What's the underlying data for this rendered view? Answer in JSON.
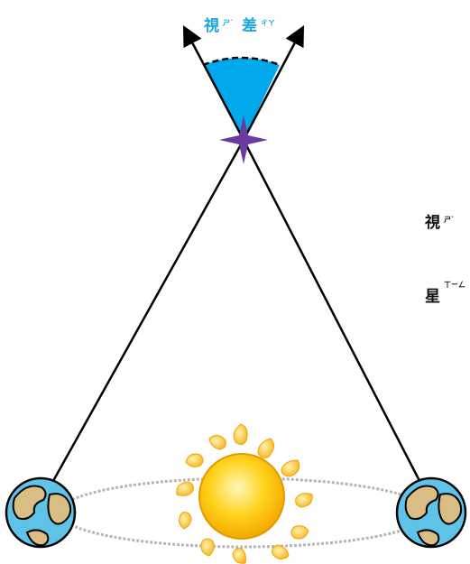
{
  "diagram": {
    "angle_label": {
      "chars": [
        {
          "base": "視",
          "ruby": "ㄕˋ"
        },
        {
          "base": "差",
          "ruby": "ㄔㄚ"
        }
      ]
    },
    "right_labels": [
      {
        "base": "視",
        "ruby": "ㄕˋ"
      },
      {
        "base": "星",
        "ruby": "ㄒㄧㄥ"
      }
    ],
    "colors": {
      "angle_fill": "#00a9ec",
      "angle_text": "#1aa7df",
      "star": "#6a3aa0",
      "line": "#000000",
      "orbit": "#b5b5b5",
      "ocean": "#5fc3e8",
      "land": "#d8be84",
      "sun_core": "#ffc400",
      "sun_ray": "#ffcf4a"
    },
    "icons": {
      "star": "four-point-star-icon",
      "sun": "sun-icon",
      "earth": "earth-icon"
    }
  }
}
